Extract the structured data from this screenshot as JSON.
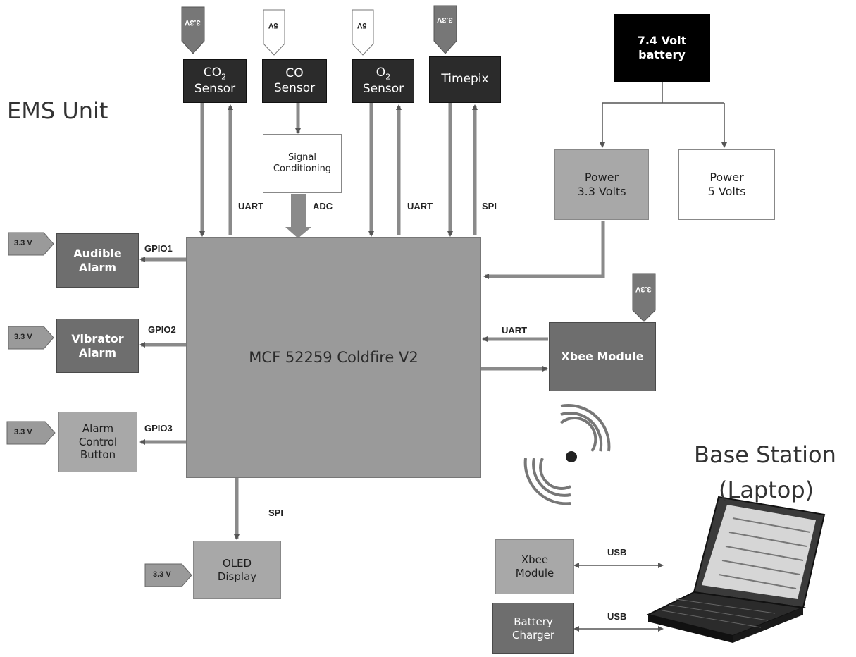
{
  "ems_unit": {
    "title": "EMS Unit"
  },
  "base_station": {
    "title_line1": "Base Station",
    "title_line2": "(Laptop)"
  },
  "mcu": {
    "label": "MCF 52259 Coldfire V2"
  },
  "sensors": {
    "co2": {
      "line1": "CO",
      "sub": "2",
      "line2": "Sensor",
      "supply": "3.3V"
    },
    "co": {
      "line1": "CO",
      "line2": "Sensor",
      "supply": "5V"
    },
    "o2": {
      "line1": "O",
      "sub": "2",
      "line2": "Sensor",
      "supply": "5V"
    },
    "timepix": {
      "label": "Timepix",
      "supply": "3.3V"
    }
  },
  "signal_conditioning": {
    "line1": "Signal",
    "line2": "Conditioning"
  },
  "battery": {
    "line1": "7.4 Volt",
    "line2": "battery"
  },
  "power_33": {
    "line1": "Power",
    "line2": "3.3 Volts"
  },
  "power_5": {
    "line1": "Power",
    "line2": "5 Volts"
  },
  "audible_alarm": {
    "line1": "Audible",
    "line2": "Alarm",
    "supply": "3.3 V"
  },
  "vibrator_alarm": {
    "line1": "Vibrator",
    "line2": "Alarm",
    "supply": "3.3 V"
  },
  "alarm_control": {
    "line1": "Alarm",
    "line2": "Control",
    "line3": "Button",
    "supply": "3.3 V"
  },
  "oled": {
    "line1": "OLED",
    "line2": "Display",
    "supply": "3.3 V"
  },
  "xbee_ems": {
    "label": "Xbee Module",
    "supply": "3.3V"
  },
  "xbee_base": {
    "line1": "Xbee",
    "line2": "Module"
  },
  "battery_charger": {
    "line1": "Battery",
    "line2": "Charger"
  },
  "bus_labels": {
    "uart_co2": "UART",
    "adc": "ADC",
    "uart_o2": "UART",
    "spi_timepix": "SPI",
    "gpio1": "GPIO1",
    "gpio2": "GPIO2",
    "gpio3": "GPIO3",
    "uart_xbee": "UART",
    "spi_oled": "SPI",
    "usb_xbee": "USB",
    "usb_charger": "USB"
  },
  "colors": {
    "dark": "#2b2b2b",
    "mid": "#6e6e6e",
    "light": "#a8a8a8",
    "mcu": "#9a9a9a",
    "wire": "#8a8a8a"
  }
}
